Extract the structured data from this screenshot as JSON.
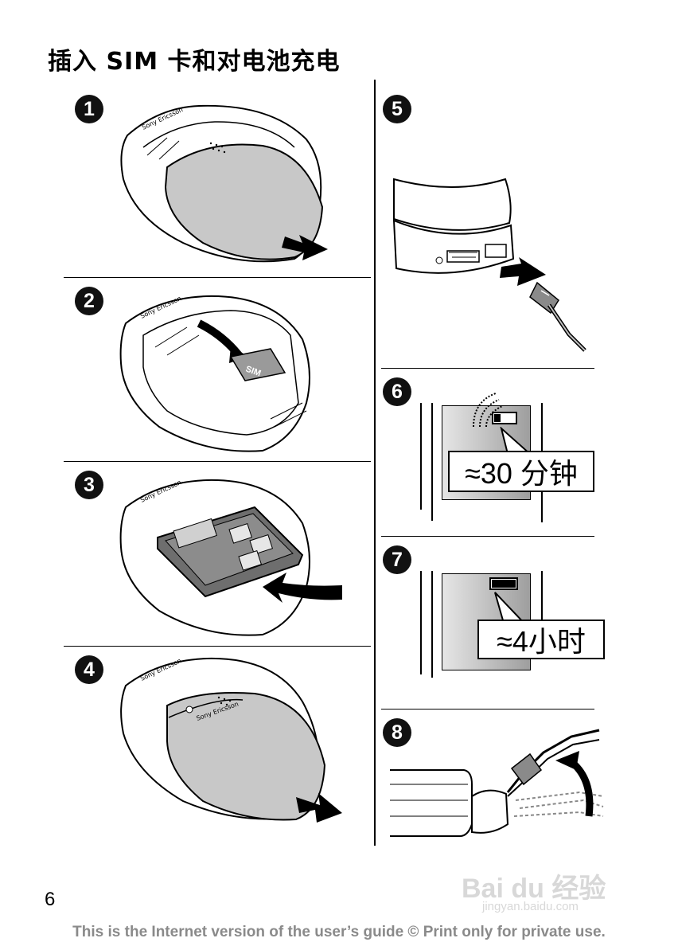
{
  "page": {
    "title": "插入 SIM 卡和对电池充电",
    "page_number": "6",
    "footer": "This is the Internet version of the user’s guide © Print only for private use."
  },
  "steps": [
    {
      "number": "1"
    },
    {
      "number": "2",
      "sim_label": "SIM"
    },
    {
      "number": "3"
    },
    {
      "number": "4"
    },
    {
      "number": "5"
    },
    {
      "number": "6",
      "time_label": "≈30 分钟"
    },
    {
      "number": "7",
      "time_label": "≈4小时"
    },
    {
      "number": "8"
    }
  ],
  "phone": {
    "brand_text": "Sony Ericsson"
  },
  "watermark": {
    "main": "Bai du 经验",
    "sub": "jingyan.baidu.com"
  },
  "colors": {
    "ink": "#000000",
    "battery_cover": "#c8c8c8",
    "lcd_gray": "#bdbdbd",
    "watermark": "#d8d8d8"
  }
}
